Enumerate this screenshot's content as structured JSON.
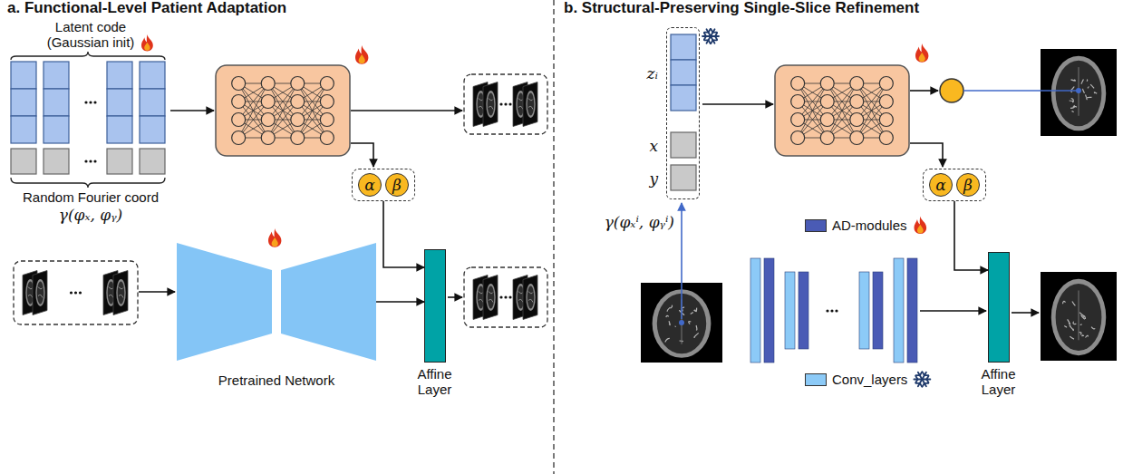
{
  "diagram": {
    "nodes": [
      {
        "text": [
          "Latent code (Gaussian init)",
          "Random Fourier coord",
          "γ(φₓ, φᵧ)"
        ]
      },
      {
        "text": [
          "α",
          "β"
        ]
      },
      {
        "text": [
          "Pretrained Network"
        ]
      },
      {
        "text": [
          "Affine Layer"
        ]
      },
      {
        "text": [
          "zᵢ",
          "x",
          "y"
        ]
      },
      {
        "text": [
          "α",
          "β"
        ]
      },
      {
        "text": [
          "Affine Layer"
        ]
      }
    ],
    "edges": [
      {
        "from": 1,
        "to": 3,
        "arrow": "to"
      },
      {
        "from": 2,
        "to": 3,
        "arrow": "to"
      },
      {
        "from": 5,
        "to": 6,
        "arrow": "to"
      }
    ],
    "labels": [
      "a. Functional-Level Patient Adaptation",
      "b. Structural-Preserving Single-Slice Refinement",
      "γ(φₓⁱ, φᵧⁱ)"
    ],
    "legend": [
      {
        "text": "AD-modules",
        "color": "#4a5bb5"
      },
      {
        "text": "Conv_layers",
        "color": "#8ccaf7"
      }
    ]
  }
}
